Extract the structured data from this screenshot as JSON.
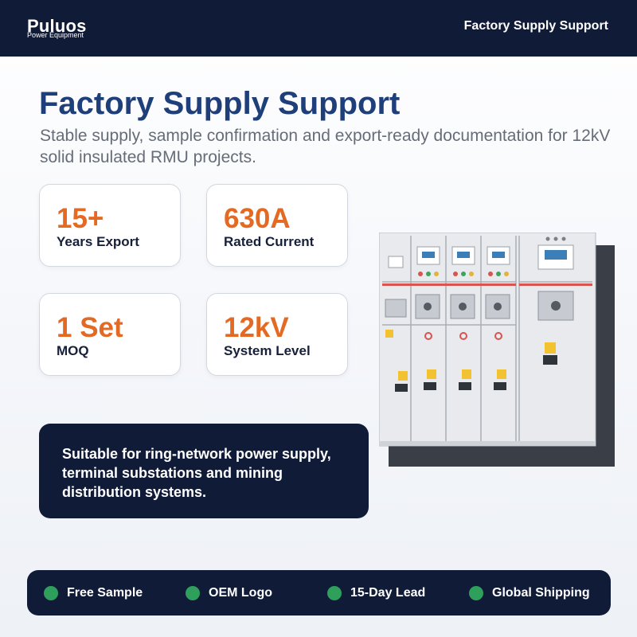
{
  "header": {
    "brand": "Puluos",
    "brand_sub": "Power Equipment",
    "title": "Factory Supply Support"
  },
  "hero": {
    "headline": "Factory Supply Support",
    "subheadline": "Stable supply, sample confirmation and export-ready documentation for 12kV solid insulated RMU projects."
  },
  "stats": [
    {
      "value": "15+",
      "label": "Years Export"
    },
    {
      "value": "630A",
      "label": "Rated Current"
    },
    {
      "value": "1 Set",
      "label": "MOQ"
    },
    {
      "value": "12kV",
      "label": "System Level"
    }
  ],
  "note": {
    "text": "Suitable for ring-network power supply, terminal substations and mining distribution systems."
  },
  "features": [
    {
      "label": "Free Sample",
      "icon": "green-dot-icon"
    },
    {
      "label": "OEM Logo",
      "icon": "green-dot-icon"
    },
    {
      "label": "15-Day Lead",
      "icon": "green-dot-icon"
    },
    {
      "label": "Global Shipping",
      "icon": "green-dot-icon"
    }
  ],
  "colors": {
    "navy": "#101b38",
    "headline_blue": "#1f3f7a",
    "accent_orange": "#e46a24",
    "dot_green": "#2ea05b"
  }
}
